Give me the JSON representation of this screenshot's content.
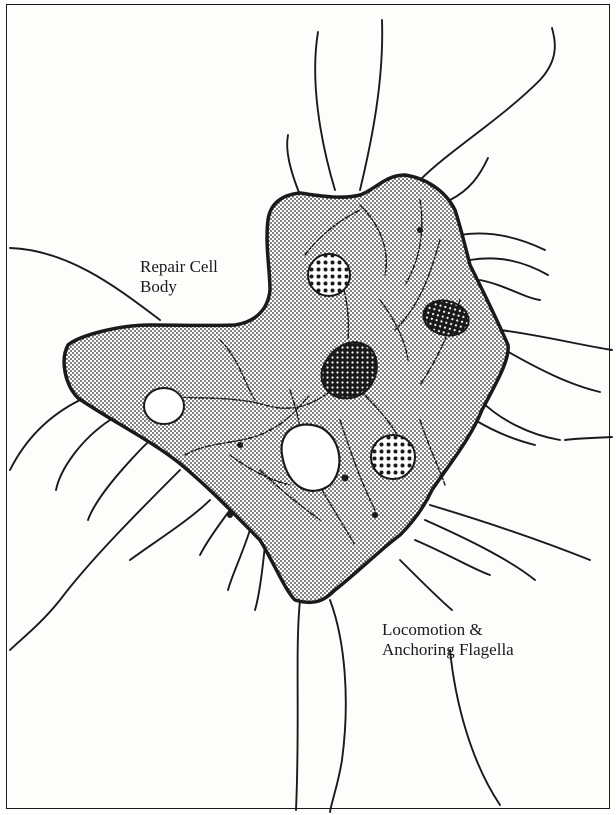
{
  "labels": {
    "cell_body_line1": "Repair Cell",
    "cell_body_line2": "Body",
    "flagella_line1": "Locomotion &",
    "flagella_line2": "Anchoring Flagella"
  },
  "colors": {
    "ink": "#1a1a1a",
    "background": "#fdfdfb",
    "stipple": "#2a2a2a"
  }
}
